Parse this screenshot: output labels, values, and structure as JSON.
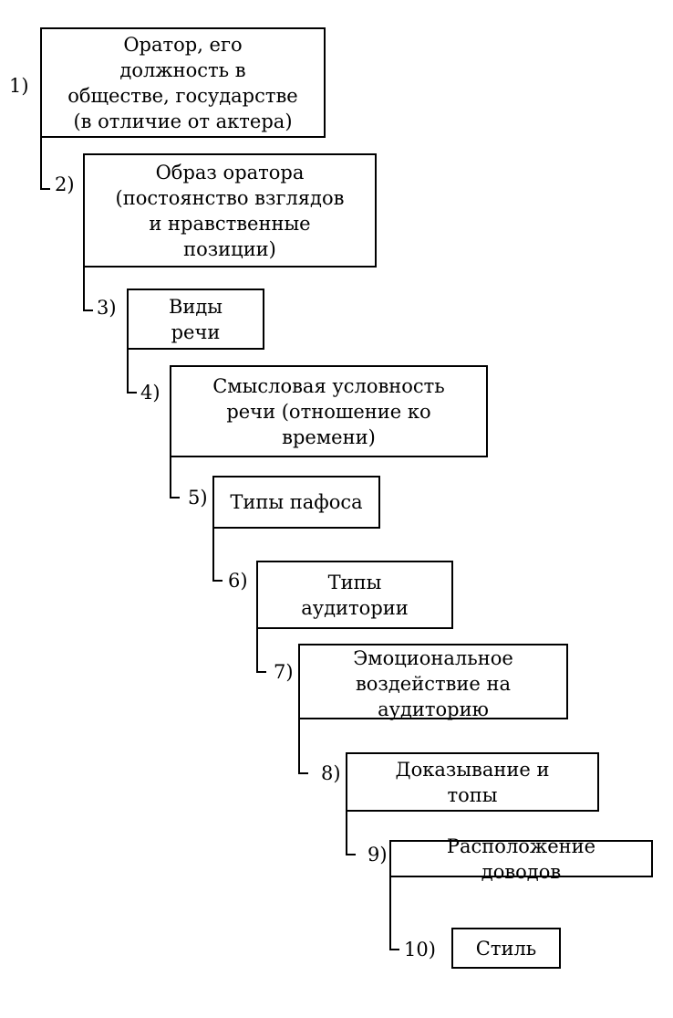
{
  "steps": [
    {
      "num": "1)",
      "lines": [
        "Оратор, его",
        "должность в",
        "обществе, государстве",
        "(в отличие от актера)"
      ]
    },
    {
      "num": "2)",
      "lines": [
        "Образ оратора",
        "(постоянство взглядов",
        "и нравственные",
        "позиции)"
      ]
    },
    {
      "num": "3)",
      "lines": [
        "Виды",
        "речи"
      ]
    },
    {
      "num": "4)",
      "lines": [
        "Смысловая условность",
        "речи (отношение ко",
        "времени)"
      ]
    },
    {
      "num": "5)",
      "lines": [
        "Типы пафоса"
      ]
    },
    {
      "num": "6)",
      "lines": [
        "Типы",
        "аудитории"
      ]
    },
    {
      "num": "7)",
      "lines": [
        "Эмоциональное",
        "воздействие на",
        "аудиторию"
      ]
    },
    {
      "num": "8)",
      "lines": [
        "Доказывание и",
        "топы"
      ]
    },
    {
      "num": "9)",
      "lines": [
        "Расположение",
        "доводов"
      ]
    },
    {
      "num": "10)",
      "lines": [
        "Стиль"
      ]
    }
  ]
}
